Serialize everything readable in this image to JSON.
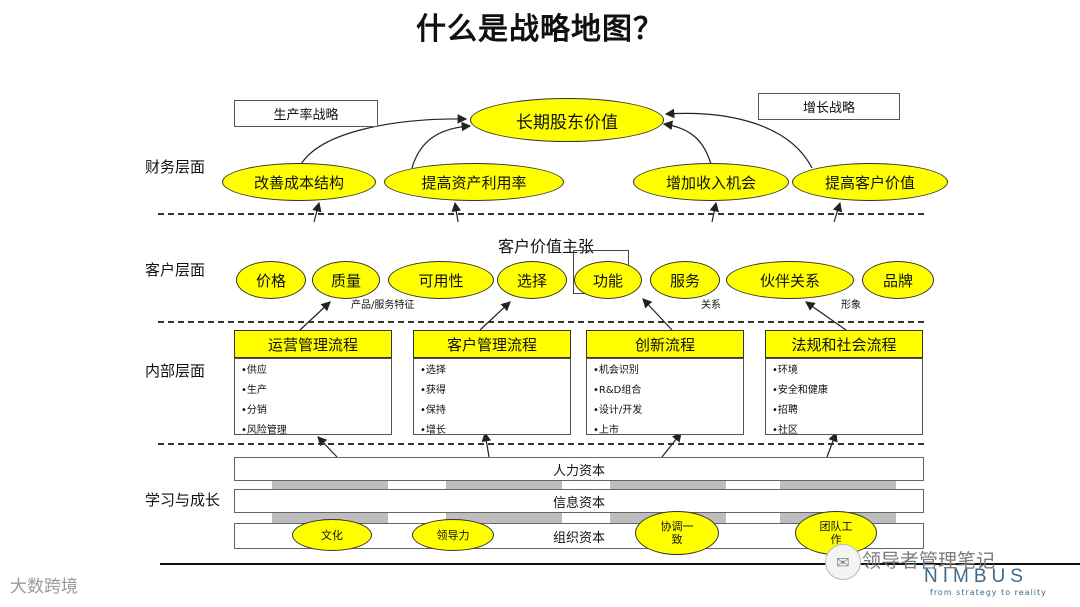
{
  "title": "什么是战略地图？",
  "strategies": {
    "productivity": "生产率战略",
    "growth": "增长战略"
  },
  "top_value": "长期股东价值",
  "layers": {
    "financial": "财务层面",
    "customer": "客户层面",
    "internal": "内部层面",
    "learning": "学习与成长"
  },
  "financial_items": [
    "改善成本结构",
    "提高资产利用率",
    "增加收入机会",
    "提高客户价值"
  ],
  "customer_value_prop": "客户价值主张",
  "customer_items": [
    "价格",
    "质量",
    "可用性",
    "选择",
    "功能",
    "服务",
    "伙伴关系",
    "品牌"
  ],
  "customer_groups": [
    "产品/服务特征",
    "关系",
    "形象"
  ],
  "processes": [
    {
      "title": "运营管理流程",
      "items": [
        "•供应",
        "•生产",
        "•分销",
        "•风险管理"
      ]
    },
    {
      "title": "客户管理流程",
      "items": [
        "•选择",
        "•获得",
        "•保持",
        "•增长"
      ]
    },
    {
      "title": "创新流程",
      "items": [
        "•机会识别",
        "•R&D组合",
        "•设计/开发",
        "•上市"
      ]
    },
    {
      "title": "法规和社会流程",
      "items": [
        "•环境",
        "•安全和健康",
        "•招聘",
        "•社区"
      ]
    }
  ],
  "capitals": [
    "人力资本",
    "信息资本",
    "组织资本"
  ],
  "org_items": [
    "文化",
    "领导力",
    "协调一致",
    "团队工作"
  ],
  "watermarks": {
    "left": "大数跨境",
    "right": "领导者管理笔记",
    "logo": "NIMBUS",
    "tagline": "from strategy to reality"
  }
}
